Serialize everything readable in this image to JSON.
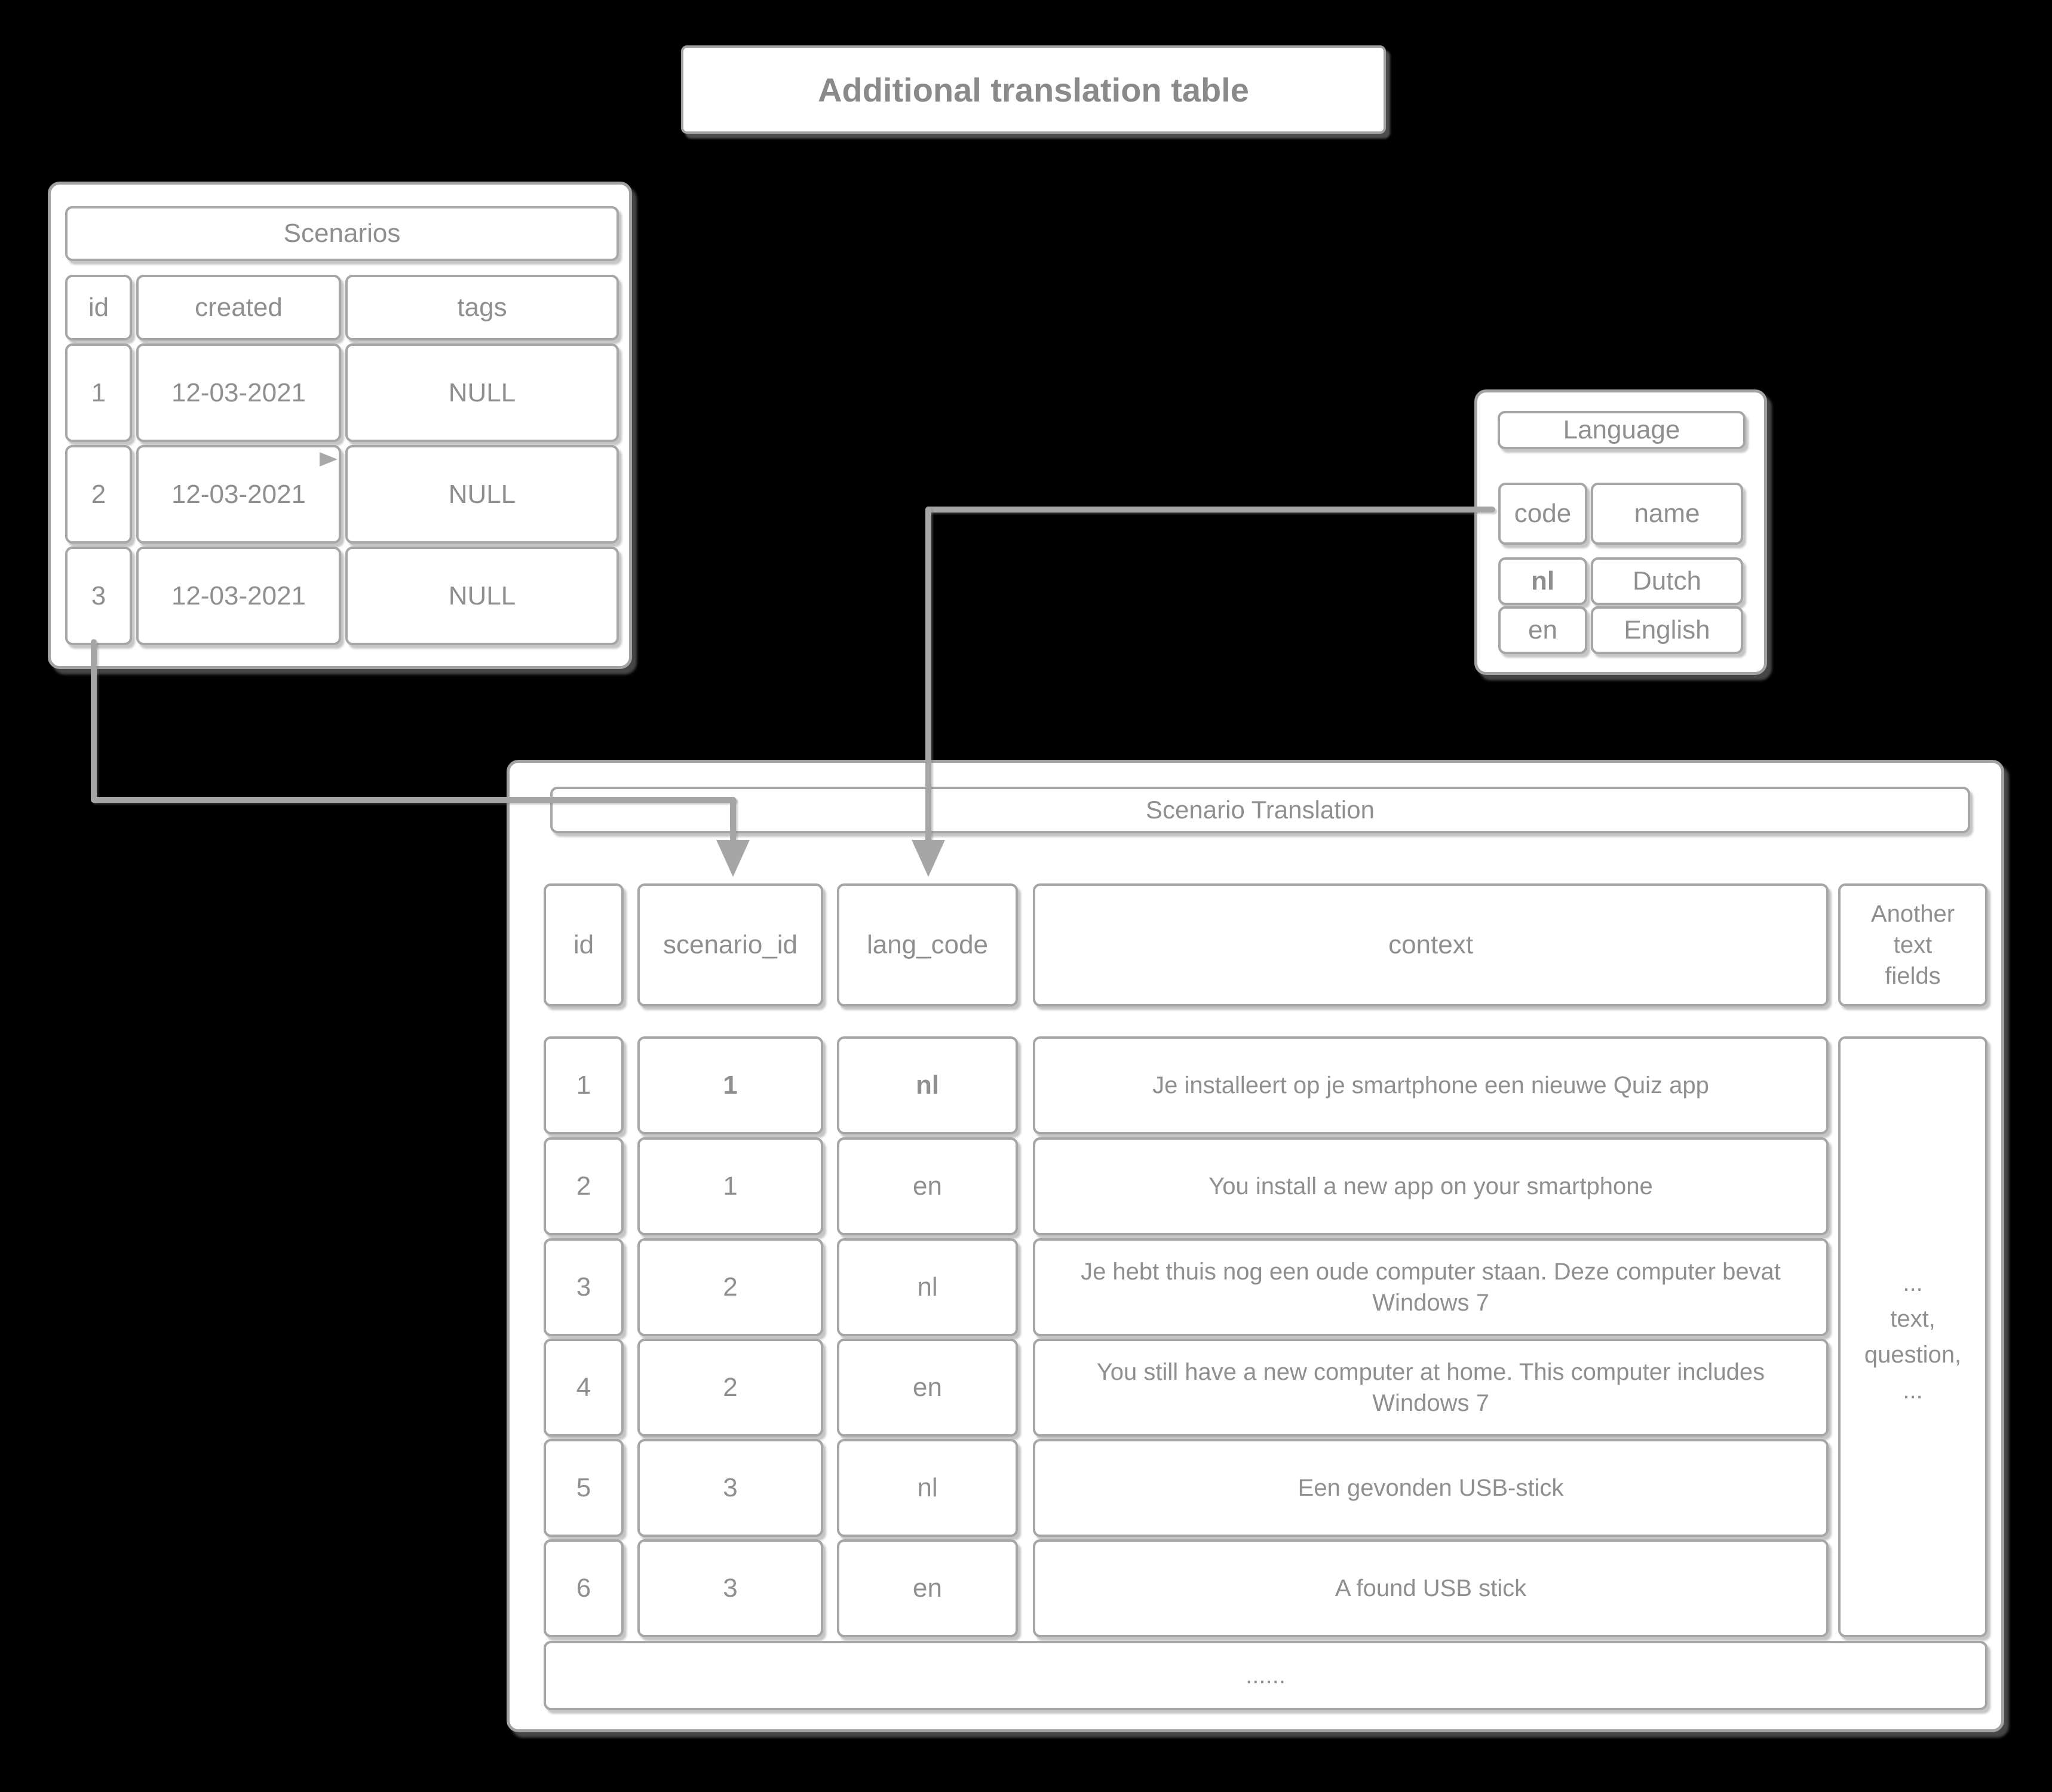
{
  "banner": {
    "title": "Additional translation table"
  },
  "scenarios_table": {
    "title": "Scenarios",
    "columns": [
      "id",
      "created",
      "tags"
    ],
    "rows": [
      [
        "1",
        "12-03-2021",
        "NULL"
      ],
      [
        "2",
        "12-03-2021",
        "NULL"
      ],
      [
        "3",
        "12-03-2021",
        "NULL"
      ]
    ]
  },
  "language_table": {
    "title": "Language",
    "columns": [
      "code",
      "name"
    ],
    "rows": [
      [
        "nl",
        "Dutch"
      ],
      [
        "en",
        "English"
      ]
    ]
  },
  "translation_table": {
    "title": "Scenario Translation",
    "columns": [
      "id",
      "scenario_id",
      "lang_code",
      "context",
      "Another text fields"
    ],
    "rows": [
      [
        "1",
        "1",
        "nl",
        "Je installeert op je smartphone een nieuwe Quiz app"
      ],
      [
        "2",
        "1",
        "en",
        "You install a new app on your smartphone"
      ],
      [
        "3",
        "2",
        "nl",
        "Je hebt thuis nog een oude computer staan. Deze computer bevat Windows 7"
      ],
      [
        "4",
        "2",
        "en",
        "You still have a new computer at home. This computer includes Windows 7"
      ],
      [
        "5",
        "3",
        "nl",
        "Een gevonden USB-stick"
      ],
      [
        "6",
        "3",
        "en",
        "A found USB stick"
      ]
    ],
    "another_fields_text": "...\ntext,\nquestion,\n...",
    "ellipsis_row": "......"
  },
  "colors": {
    "background": "#000000",
    "panel_fill": "#ffffff",
    "border": "#a2a2a2",
    "text": "#8f8f8f",
    "connector": "#a6a6a6"
  }
}
